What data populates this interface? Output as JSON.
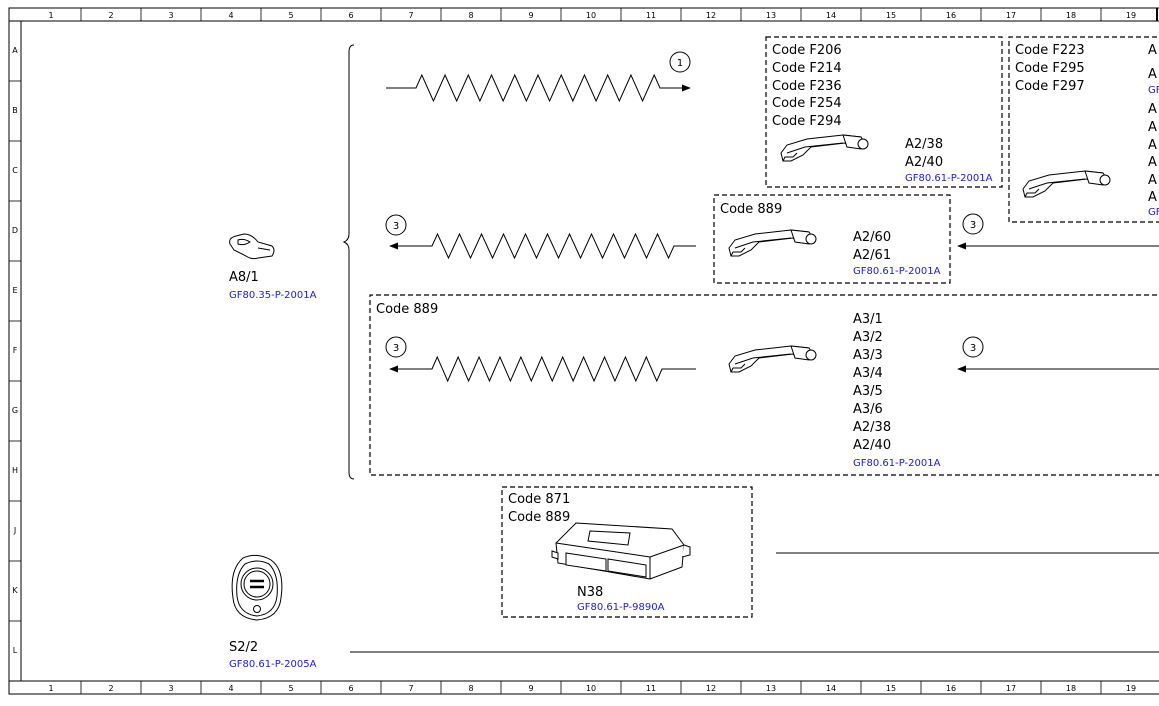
{
  "frame": {
    "col_ticks": [
      "1",
      "2",
      "3",
      "4",
      "5",
      "6",
      "7",
      "8",
      "9",
      "10",
      "11",
      "12",
      "13",
      "14",
      "15",
      "16",
      "17",
      "18",
      "19"
    ],
    "row_ticks": [
      "A",
      "B",
      "C",
      "D",
      "E",
      "F",
      "G",
      "H",
      "J",
      "K",
      "L"
    ]
  },
  "box_top1": {
    "codes": [
      "Code F206",
      "Code F214",
      "Code F236",
      "Code F254",
      "Code F294"
    ],
    "labels": [
      "A2/38",
      "A2/40"
    ],
    "ref": "GF80.61-P-2001A"
  },
  "box_top2": {
    "codes": [
      "Code F223",
      "Code F295",
      "Code F297"
    ],
    "partial_labels": [
      "A",
      "A",
      "A",
      "A",
      "A",
      "A",
      "A",
      "A"
    ],
    "partial_refs": [
      "GF",
      "GF"
    ]
  },
  "box_mid": {
    "codes": [
      "Code 889"
    ],
    "labels": [
      "A2/60",
      "A2/61"
    ],
    "ref": "GF80.61-P-2001A"
  },
  "box_wide": {
    "codes": [
      "Code 889"
    ],
    "labels": [
      "A3/1",
      "A3/2",
      "A3/3",
      "A3/4",
      "A3/5",
      "A3/6",
      "A2/38",
      "A2/40"
    ],
    "ref": "GF80.61-P-2001A"
  },
  "box_n38": {
    "codes": [
      "Code 871",
      "Code 889"
    ],
    "label": "N38",
    "ref": "GF80.61-P-9890A"
  },
  "key_a81": {
    "label": "A8/1",
    "ref": "GF80.35-P-2001A"
  },
  "switch_s22": {
    "label": "S2/2",
    "ref": "GF80.61-P-2005A"
  },
  "signals": {
    "one": "1",
    "three": "3"
  },
  "colors": {
    "ref_link": "#2020d0",
    "line": "#000000",
    "background": "#ffffff"
  }
}
